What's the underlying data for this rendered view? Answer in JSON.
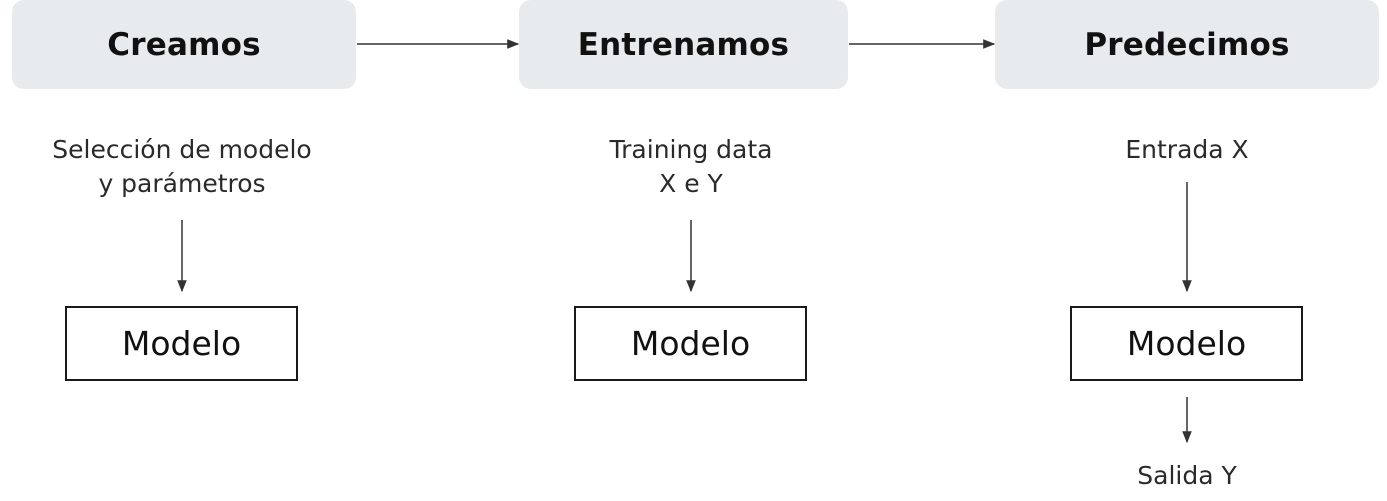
{
  "stages": [
    {
      "title": "Creamos",
      "input_lines": [
        "Selección de modelo",
        "y parámetros"
      ],
      "box_label": "Modelo"
    },
    {
      "title": "Entrenamos",
      "input_lines": [
        "Training data",
        "X e Y"
      ],
      "box_label": "Modelo"
    },
    {
      "title": "Predecimos",
      "input_lines": [
        "Entrada X"
      ],
      "box_label": "Modelo",
      "output_label": "Salida Y"
    }
  ],
  "colors": {
    "header_bg": "#e8ebed",
    "line": "#333333",
    "text": "#111111"
  }
}
